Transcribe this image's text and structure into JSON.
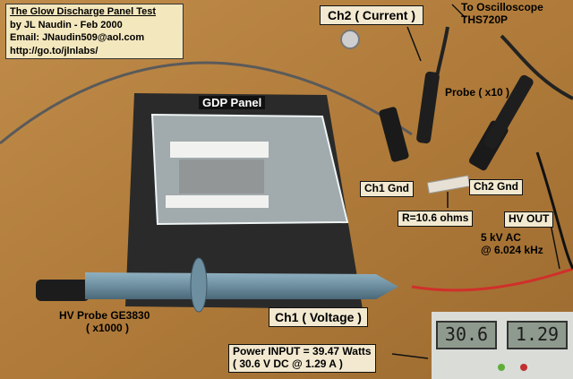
{
  "title_box": {
    "line1": "The Glow Discharge Panel Test",
    "line2": "by JL Naudin - Feb 2000",
    "line3": "Email: JNaudin509@aol.com",
    "line4": "http://go.to/jlnlabs/"
  },
  "labels": {
    "ch2_current": "Ch2 ( Current )",
    "to_oscilloscope_1": "To Oscilloscope",
    "to_oscilloscope_2": "THS720P",
    "probe_x10": "Probe ( x10 )",
    "gdp_panel": "GDP Panel",
    "ch1_gnd": "Ch1 Gnd",
    "ch2_gnd": "Ch2 Gnd",
    "resistor": "R=10.6 ohms",
    "hv_out": "HV OUT",
    "hv_ac_1": "5 kV AC",
    "hv_ac_2": "@ 6.024 kHz",
    "hv_probe_1": "HV Probe GE3830",
    "hv_probe_2": "( x1000 )",
    "ch1_voltage": "Ch1 ( Voltage )",
    "power_1": "Power INPUT = 39.47 Watts",
    "power_2": "( 30.6 V DC @ 1.29 A )"
  },
  "displays": {
    "voltage": "30.6",
    "current": "1.29"
  },
  "colors": {
    "table": "#b5823f",
    "label_box": "#f2e9d0",
    "probe_body": "#6e8fa0",
    "mat": "#2a2a2a"
  }
}
